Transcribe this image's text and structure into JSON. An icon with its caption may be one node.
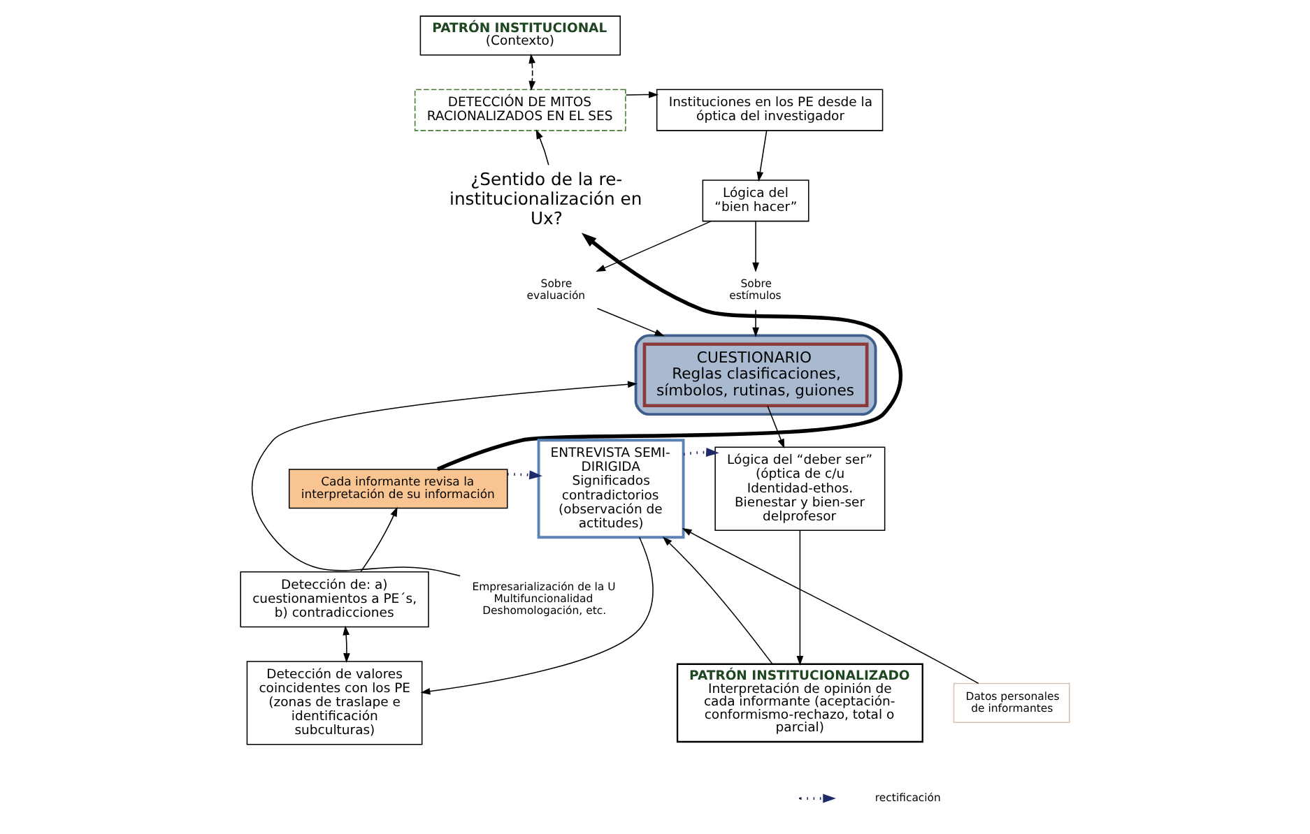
{
  "diagram": {
    "nodes": [
      {
        "text": [
          "PATRÓN INSTITUCIONAL",
          "(Contexto)"
        ]
      },
      {
        "text": [
          "DETECCIÓN DE MITOS RACIONALIZADOS EN EL SES"
        ]
      },
      {
        "text": [
          "Instituciones en los PE desde la óptica del investigador"
        ]
      },
      {
        "text": [
          "Lógica del “bien hacer”"
        ]
      },
      {
        "text": [
          "Sobre evaluación"
        ]
      },
      {
        "text": [
          "¿Sentido de la re-institucionalización en Ux?"
        ]
      },
      {
        "text": [
          "Sobre estímulos"
        ]
      },
      {
        "text": [],
        "shape": "box"
      },
      {
        "text": [
          "CUESTIONARIO",
          "Reglas clasificaciones, símbolos, rutinas, guiones"
        ],
        "in": 7
      },
      {
        "text": [
          "Cada informante revisa la interpretación de su información"
        ]
      },
      {
        "text": [
          "ENTREVISTA SEMI-DIRIGIDA",
          "Significados contradictorios (observación de actitudes)"
        ]
      },
      {
        "text": [
          "Lógica del “deber ser” (óptica de c/u Identidad-ethos. Bienestar y bien-ser delprofesor"
        ]
      },
      {
        "text": [
          "Detección de: a) cuestionamientos a PE´s, b) contradicciones"
        ]
      },
      {
        "text": [
          "Empresarialización de la U Multifuncionalidad Deshomologación, etc."
        ]
      },
      {
        "text": [
          "Detección de valores coincidentes con los PE (zonas de traslape e identificación subculturas)"
        ]
      },
      {
        "text": [
          "Datos personales de informantes"
        ]
      },
      {
        "text": [
          "PATRÓN INSTITUCIONALIZADO",
          "Interpretación de opinión de cada informante (aceptación-conformismo-rechazo, total o parcial)"
        ]
      }
    ],
    "edges": [
      {
        "from": 0,
        "to": 1,
        "arrow": "both",
        "style": "dashed"
      },
      {
        "from": 5,
        "to": 1,
        "arrow": "to"
      },
      {
        "from": 1,
        "to": 2,
        "arrow": "to"
      },
      {
        "from": 2,
        "to": 3,
        "arrow": "to"
      },
      {
        "from": 3,
        "to": 4,
        "arrow": "to"
      },
      {
        "from": 3,
        "to": 6,
        "arrow": "to"
      },
      {
        "from": 4,
        "to": 7,
        "arrow": "to"
      },
      {
        "from": 6,
        "to": 7,
        "arrow": "to"
      },
      {
        "from": 9,
        "to": 5,
        "arrow": "to",
        "style": "thick"
      },
      {
        "from": 9,
        "to": 10,
        "arrow": "to",
        "style": "dashed",
        "color": "#1f2a6b"
      },
      {
        "from": 10,
        "to": 11,
        "arrow": "to",
        "style": "dashed",
        "color": "#1f2a6b"
      },
      {
        "from": 8,
        "to": 11,
        "arrow": "to"
      },
      {
        "from": 12,
        "to": 9,
        "arrow": "to"
      },
      {
        "from": 12,
        "to": 14,
        "arrow": "both"
      },
      {
        "from": 10,
        "to": 14,
        "arrow": "to"
      },
      {
        "from": 13,
        "to": 7,
        "arrow": "to"
      },
      {
        "from": 11,
        "to": 16,
        "arrow": "to"
      },
      {
        "from": 16,
        "to": 10,
        "arrow": "to"
      },
      {
        "from": 15,
        "to": 10,
        "arrow": "to"
      }
    ],
    "legend": [
      {
        "text": "rectificación"
      }
    ]
  }
}
